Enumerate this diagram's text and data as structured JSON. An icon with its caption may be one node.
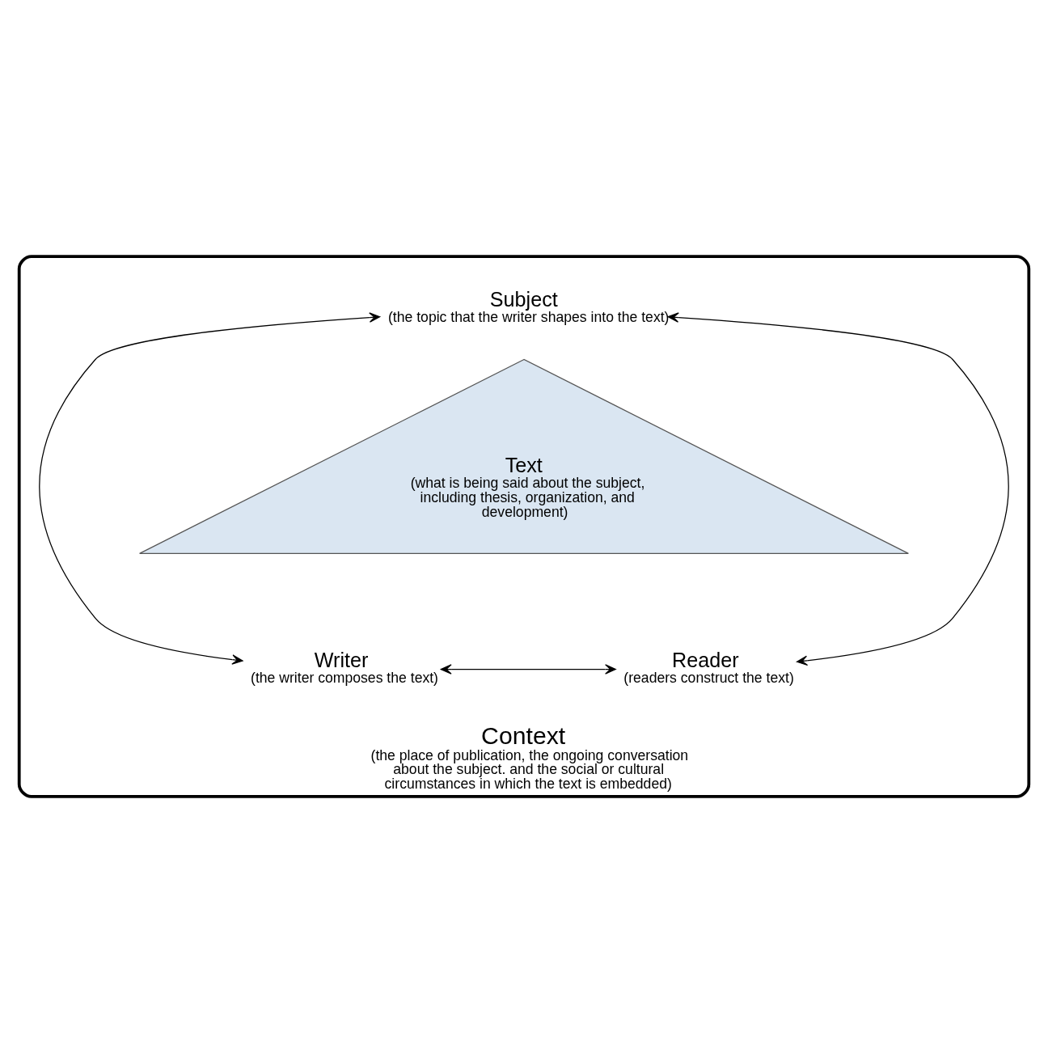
{
  "diagram": {
    "nodes": [
      {
        "text": [
          "Context",
          "(the place of publication, the ongoing conversation about the subject. and the social or cultural circumstances in which the text is embedded)"
        ]
      },
      {
        "text": [
          "Subject",
          "(the topic that the writer shapes into the text)"
        ],
        "in": 0
      },
      {
        "text": [
          "Text",
          "(what is being said about the subject, including thesis, organization, and development)"
        ],
        "in": 0
      },
      {
        "text": [
          "Writer",
          "(the writer composes the text)"
        ],
        "in": 0
      },
      {
        "text": [
          "Reader",
          "(readers construct the text)"
        ],
        "in": 0
      }
    ],
    "edges": [
      {
        "from": 1,
        "to": 3,
        "arrow": "both"
      },
      {
        "from": 1,
        "to": 4,
        "arrow": "both"
      },
      {
        "from": 3,
        "to": 4,
        "arrow": "both"
      }
    ]
  }
}
